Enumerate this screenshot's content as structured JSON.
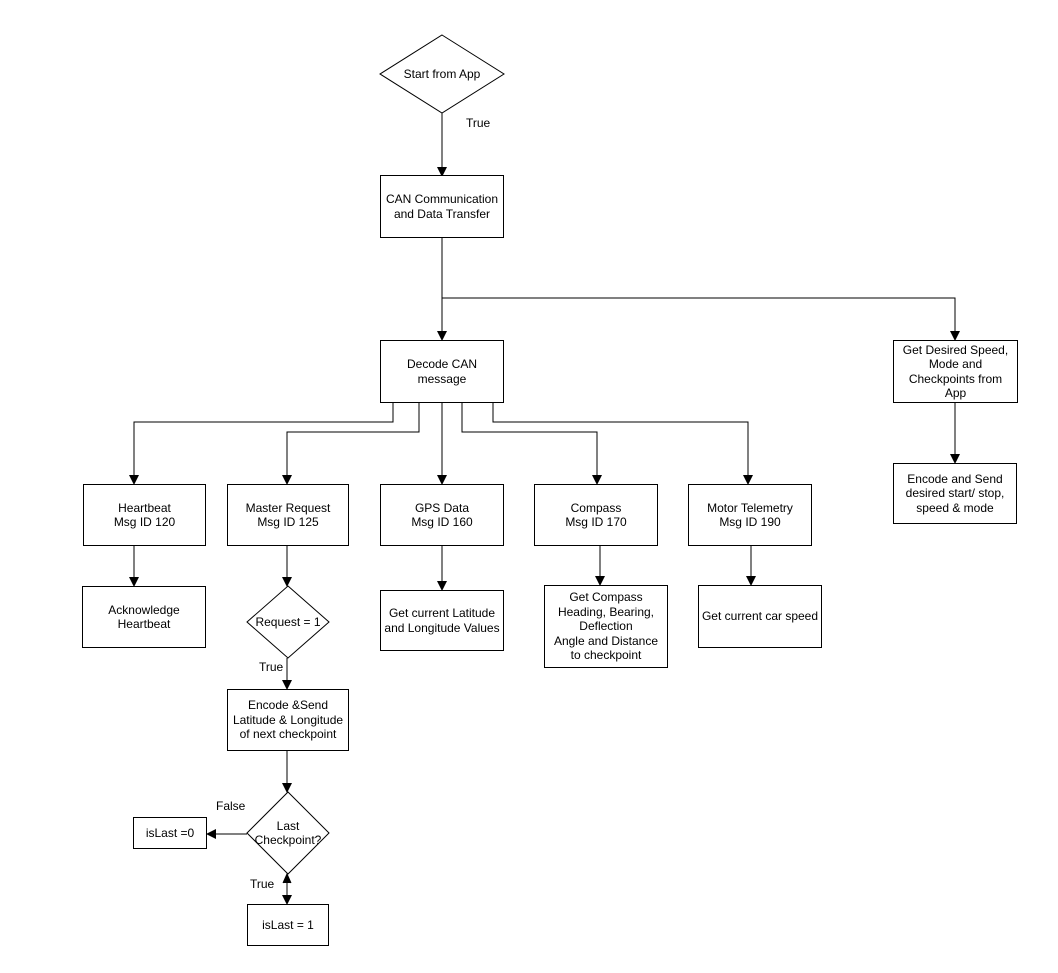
{
  "nodes": {
    "start": "Start from App",
    "can_comm": "CAN Communication\nand Data Transfer",
    "decode": "Decode CAN\nmessage",
    "get_desired": "Get Desired Speed,\nMode and\nCheckpoints from\nApp",
    "encode_send_mode": "Encode and Send\ndesired start/ stop,\nspeed & mode",
    "heartbeat": "Heartbeat\nMsg ID 120",
    "master_request": "Master Request\nMsg ID 125",
    "gps": "GPS Data\nMsg ID 160",
    "compass": "Compass\nMsg ID 170",
    "motor": "Motor Telemetry\nMsg ID 190",
    "ack_heartbeat": "Acknowledge\nHeartbeat",
    "request_eq": "Request = 1",
    "gps_values": "Get current Latitude\nand Longitude Values",
    "compass_values": "Get Compass\nHeading, Bearing,\nDeflection\nAngle and Distance\nto checkpoint",
    "car_speed": "Get current car speed",
    "encode_latlong": "Encode &Send\nLatitude & Longitude\nof next checkpoint",
    "last_checkpoint": "Last\nCheckpoint?",
    "islast0": "isLast =0",
    "islast1": "isLast = 1"
  },
  "edge_labels": {
    "start_true": "True",
    "request_true": "True",
    "last_false": "False",
    "last_true": "True"
  }
}
